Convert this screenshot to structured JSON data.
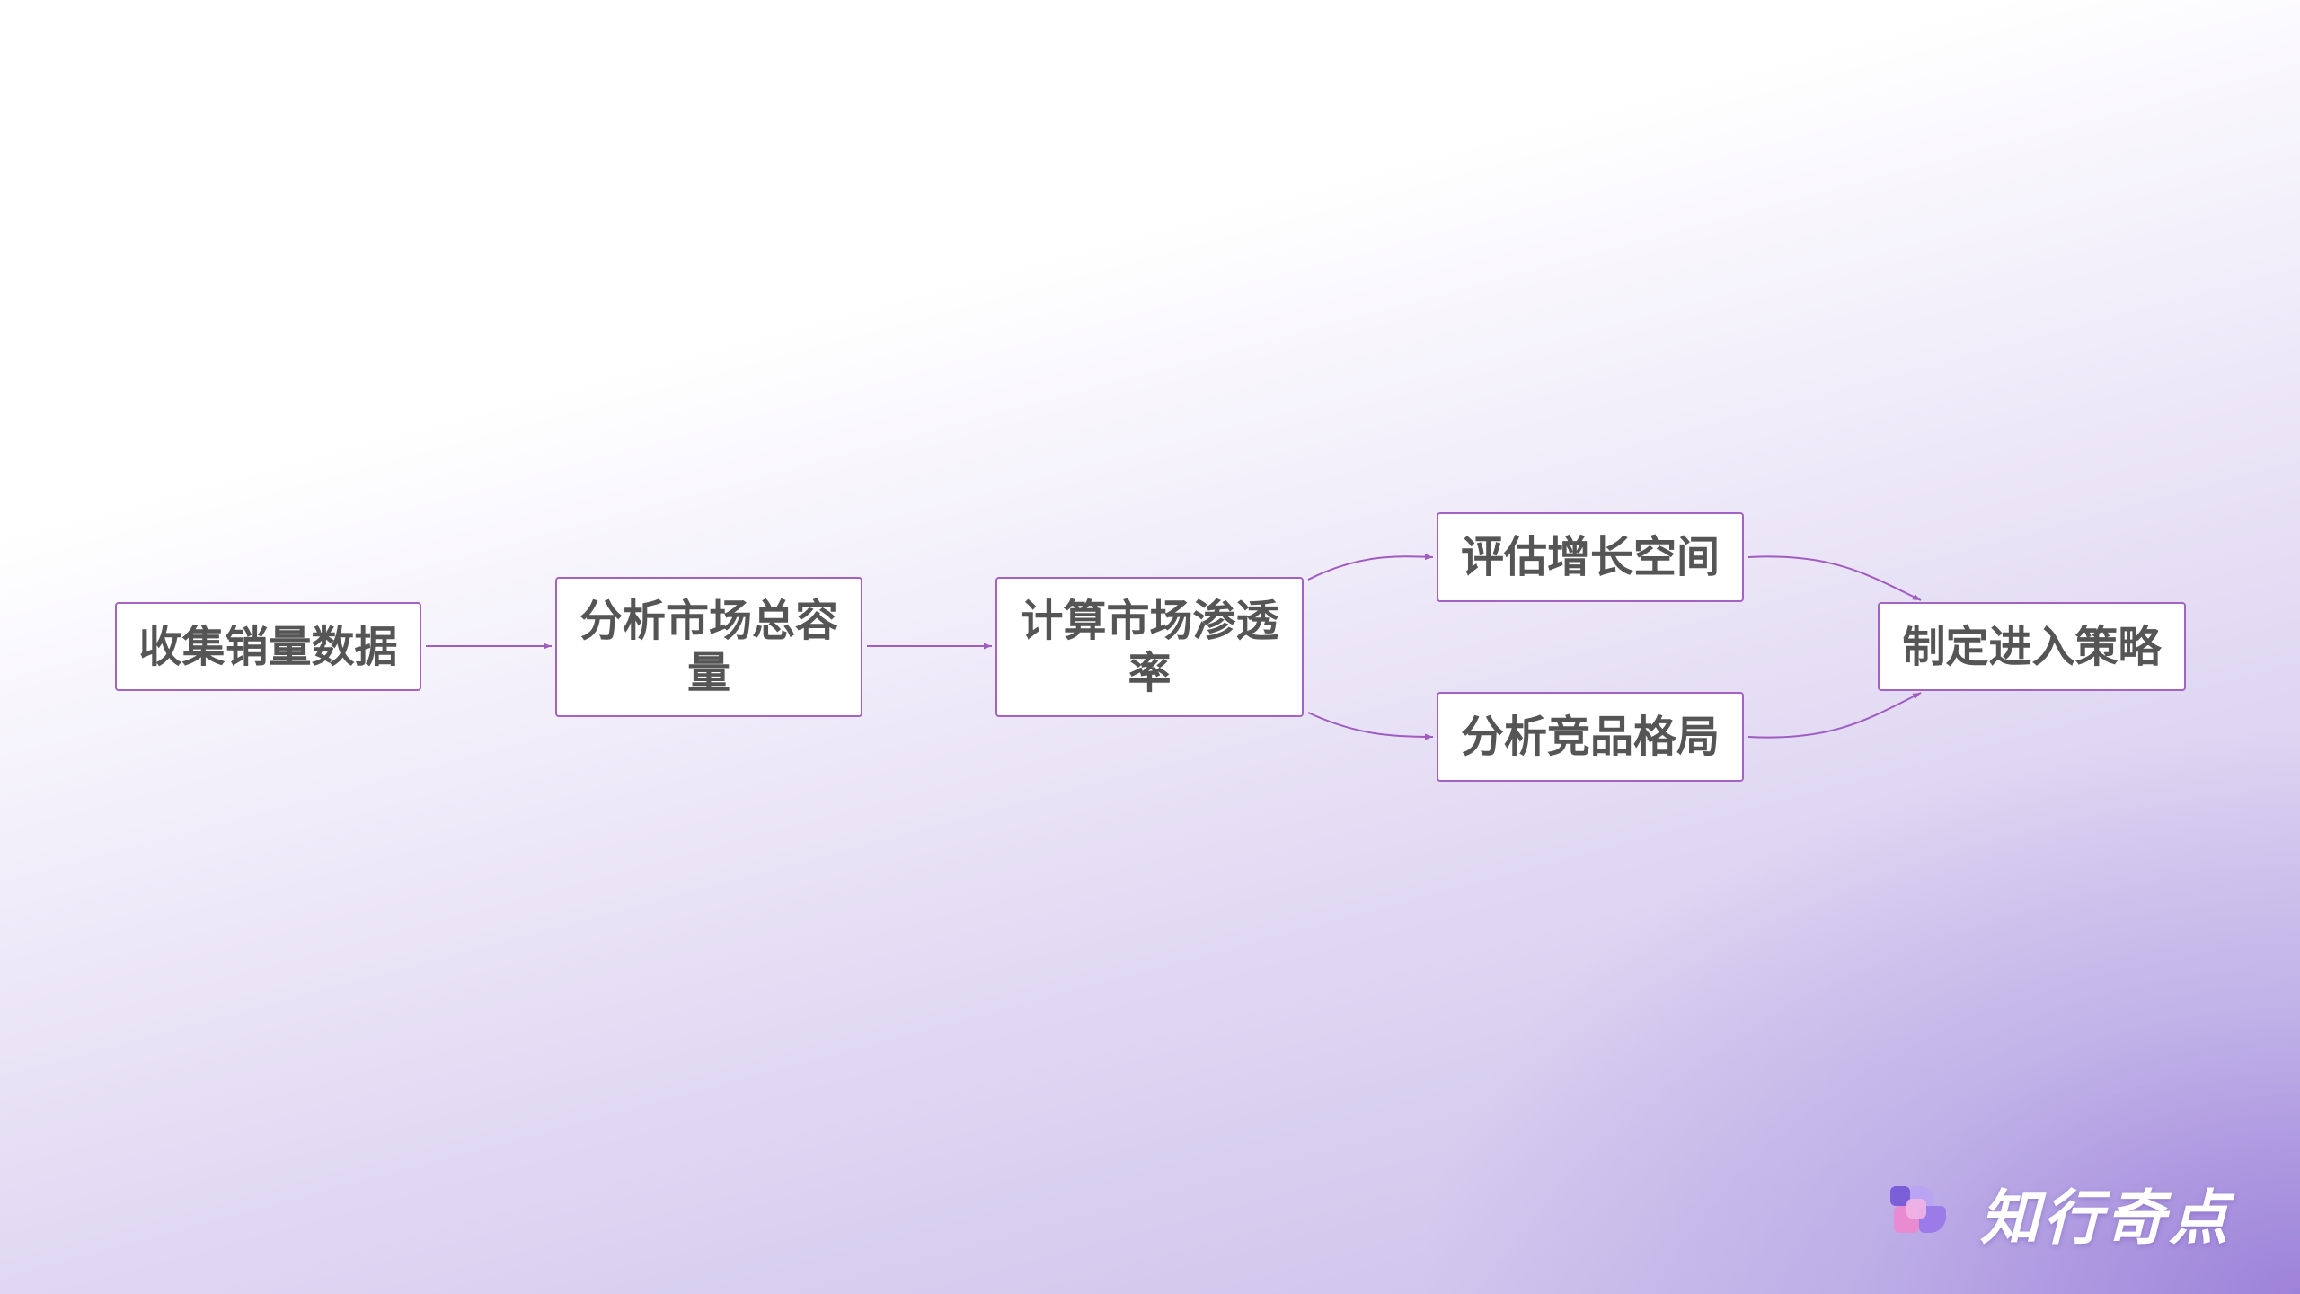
{
  "flowchart": {
    "nodes": [
      {
        "id": "n1",
        "label": "收集销量数据"
      },
      {
        "id": "n2",
        "label": "分析市场总容量"
      },
      {
        "id": "n3",
        "label": "计算市场渗透率"
      },
      {
        "id": "n4",
        "label": "评估增长空间"
      },
      {
        "id": "n5",
        "label": "分析竞品格局"
      },
      {
        "id": "n6",
        "label": "制定进入策略"
      }
    ],
    "edges": [
      {
        "from": "n1",
        "to": "n2"
      },
      {
        "from": "n2",
        "to": "n3"
      },
      {
        "from": "n3",
        "to": "n4"
      },
      {
        "from": "n3",
        "to": "n5"
      },
      {
        "from": "n4",
        "to": "n6"
      },
      {
        "from": "n5",
        "to": "n6"
      }
    ],
    "colors": {
      "node_border": "#a463c4",
      "edge": "#a05cc0",
      "node_text": "#555555",
      "node_fill": "#ffffff"
    }
  },
  "brand": {
    "name": "知行奇点",
    "icon": "brand-logo-icon"
  }
}
